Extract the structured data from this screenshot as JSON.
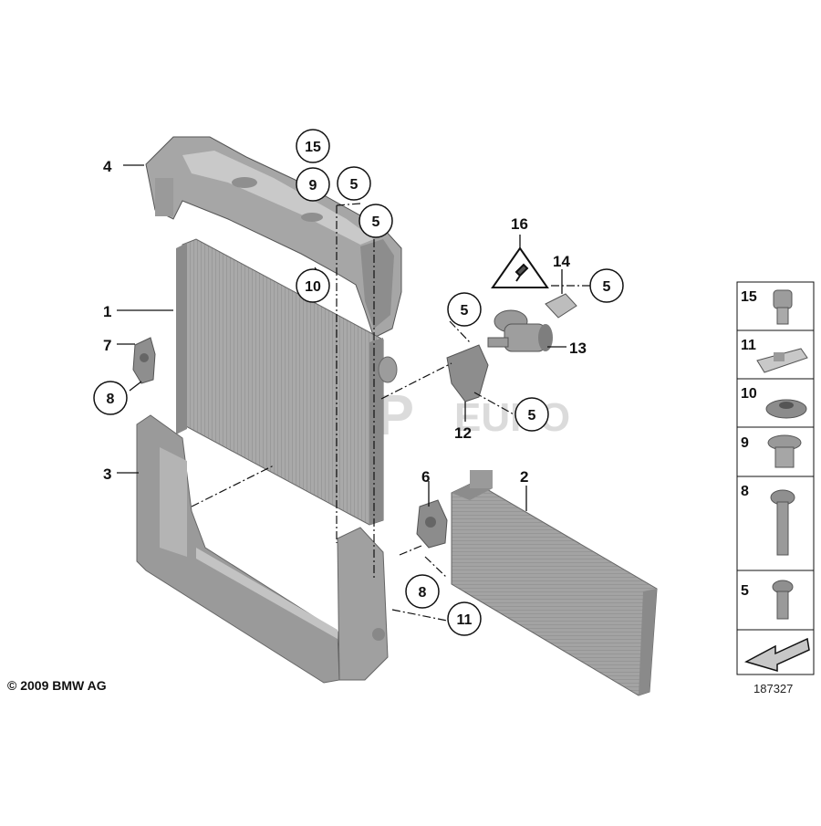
{
  "copyright": "© 2009 BMW AG",
  "diagram_number": "187327",
  "watermark": {
    "mark": "FCP",
    "suffix": "EURO"
  },
  "callouts": {
    "plain": {
      "c1": "1",
      "c2": "2",
      "c3": "3",
      "c4": "4",
      "c6": "6",
      "c7": "7",
      "c12": "12",
      "c13": "13",
      "c14": "14",
      "c16": "16"
    },
    "circled": {
      "c15": "15",
      "c9": "9",
      "c5a": "5",
      "c5b": "5",
      "c10": "10",
      "c5c": "5",
      "c5d": "5",
      "c5e": "5",
      "c8a": "8",
      "c8b": "8",
      "c11": "11"
    }
  },
  "legend": [
    {
      "num": "15",
      "icon": "expansion-rivet-icon"
    },
    {
      "num": "11",
      "icon": "clip-nut-icon"
    },
    {
      "num": "10",
      "icon": "grommet-icon"
    },
    {
      "num": "9",
      "icon": "spreading-nut-icon"
    },
    {
      "num": "8",
      "icon": "long-bolt-icon"
    },
    {
      "num": "5",
      "icon": "short-bolt-icon"
    }
  ],
  "colors": {
    "part_dark": "#7a7a7a",
    "part_mid": "#a7a7a7",
    "part_light": "#cdcdcd",
    "line": "#111111"
  }
}
